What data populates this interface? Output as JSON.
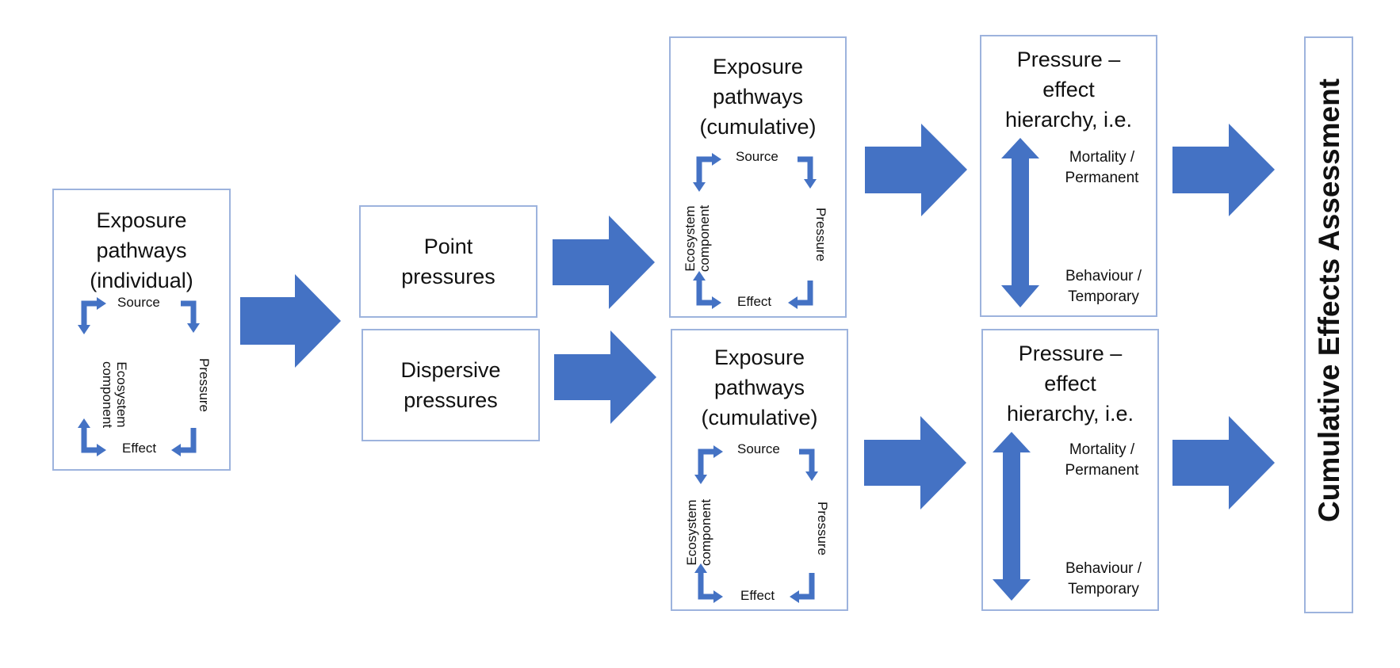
{
  "individual": {
    "title": "Exposure\npathways\n(individual)",
    "cycle": {
      "top": "Source",
      "right": "Pressure",
      "bottom": "Effect",
      "left": "Ecosystem\ncomponent"
    }
  },
  "point_pressures": "Point\npressures",
  "dispersive_pressures": "Dispersive\npressures",
  "cumulative_top": {
    "title": "Exposure\npathways\n(cumulative)",
    "cycle": {
      "top": "Source",
      "right": "Pressure",
      "bottom": "Effect",
      "left": "Ecosystem\ncomponent"
    }
  },
  "cumulative_bottom": {
    "title": "Exposure\npathways\n(cumulative)",
    "cycle": {
      "top": "Source",
      "right": "Pressure",
      "bottom": "Effect",
      "left": "Ecosystem\ncomponent"
    }
  },
  "hierarchy_top": {
    "title": "Pressure –\neffect\nhierarchy, i.e.",
    "upper": "Mortality /\nPermanent",
    "lower": "Behaviour /\nTemporary"
  },
  "hierarchy_bottom": {
    "title": "Pressure –\neffect\nhierarchy, i.e.",
    "upper": "Mortality /\nPermanent",
    "lower": "Behaviour /\nTemporary"
  },
  "assessment": "Cumulative Effects Assessment",
  "colors": {
    "arrow": "#4472c4",
    "border": "#9db3dd"
  }
}
